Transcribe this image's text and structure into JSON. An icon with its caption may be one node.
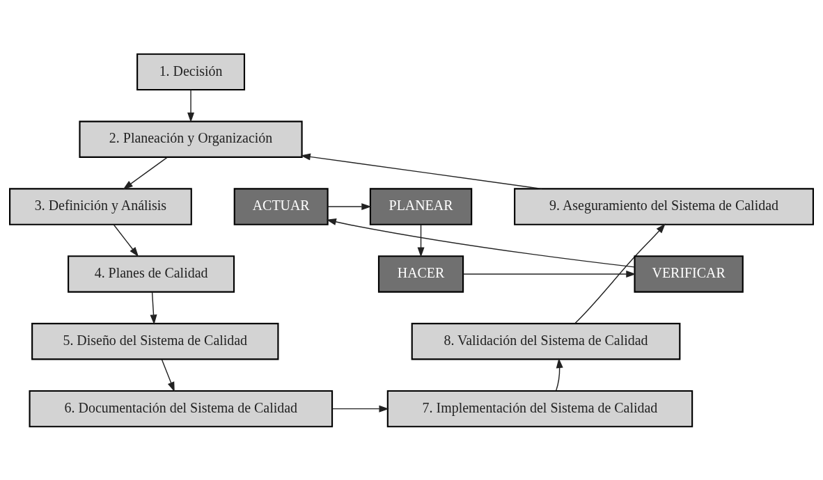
{
  "diagram": {
    "nodes": [
      {
        "text": [
          "1. Decisión"
        ]
      },
      {
        "text": [
          "2. Planeación y Organización"
        ]
      },
      {
        "text": [
          "3. Definición y Análisis"
        ]
      },
      {
        "text": [
          "4. Planes de Calidad"
        ]
      },
      {
        "text": [
          "5. Diseño del Sistema de Calidad"
        ]
      },
      {
        "text": [
          "6. Documentación del Sistema de Calidad"
        ]
      },
      {
        "text": [
          "7. Implementación del Sistema de Calidad"
        ]
      },
      {
        "text": [
          "8. Validación del Sistema de Calidad"
        ]
      },
      {
        "text": [
          "9. Aseguramiento del Sistema de Calidad"
        ]
      },
      {
        "text": [
          "ACTUAR"
        ]
      },
      {
        "text": [
          "PLANEAR"
        ]
      },
      {
        "text": [
          "HACER"
        ]
      },
      {
        "text": [
          "VERIFICAR"
        ]
      }
    ],
    "edges": [
      {
        "from": 0,
        "to": 1,
        "arrow": "to"
      },
      {
        "from": 1,
        "to": 2,
        "arrow": "to"
      },
      {
        "from": 2,
        "to": 3,
        "arrow": "to"
      },
      {
        "from": 3,
        "to": 4,
        "arrow": "to"
      },
      {
        "from": 4,
        "to": 5,
        "arrow": "to"
      },
      {
        "from": 5,
        "to": 6,
        "arrow": "to"
      },
      {
        "from": 6,
        "to": 7,
        "arrow": "to"
      },
      {
        "from": 7,
        "to": 8,
        "arrow": "to"
      },
      {
        "from": 8,
        "to": 1,
        "arrow": "to"
      },
      {
        "from": 9,
        "to": 10,
        "arrow": "to"
      },
      {
        "from": 10,
        "to": 11,
        "arrow": "to"
      },
      {
        "from": 11,
        "to": 12,
        "arrow": "to"
      },
      {
        "from": 12,
        "to": 9,
        "arrow": "to"
      }
    ]
  }
}
